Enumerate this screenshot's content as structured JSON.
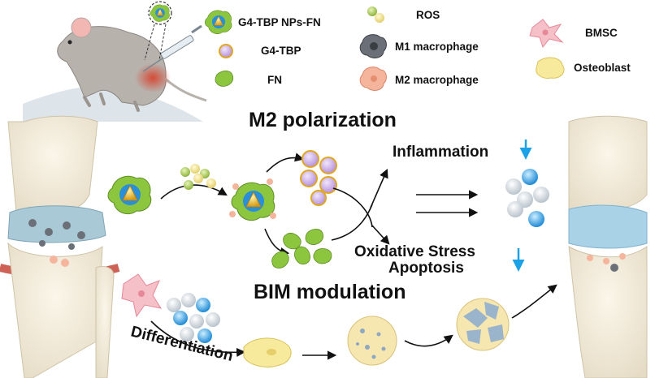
{
  "legend": {
    "np_fn": "G4-TBP NPs-FN",
    "g4_tbp": "G4-TBP",
    "fn": "FN",
    "ros": "ROS",
    "m1": "M1 macrophage",
    "m2": "M2 macrophage",
    "bmsc": "BMSC",
    "osteoblast": "Osteoblast"
  },
  "titles": {
    "m2_polarization": "M2 polarization",
    "bim_modulation": "BIM modulation"
  },
  "labels": {
    "inflammation": "Inflammation",
    "oxidative_stress": "Oxidative Stress",
    "apoptosis": "Apoptosis",
    "differentiation": "Differentiation"
  },
  "colors": {
    "fn_green": "#8cc63f",
    "nanoparticle_gold": "#e0a81e",
    "nanoparticle_blue": "#2b8fd8",
    "g4_purple": "#c9a8e6",
    "ros_green": "#a6c84a",
    "m1_gray": "#5a5f66",
    "m2_salmon": "#f2a58a",
    "bmsc_pink": "#f3a6b4",
    "osteoblast_yellow": "#f5e58c",
    "cartilage_blue": "#a9d2e6",
    "inflammation_red": "#c0392b",
    "arrow_blue": "#1aa1e6"
  },
  "icons": [
    "mouse-icon",
    "syringe-icon",
    "knee-joint-inflamed-icon",
    "knee-joint-healthy-icon",
    "down-arrow-icon"
  ]
}
